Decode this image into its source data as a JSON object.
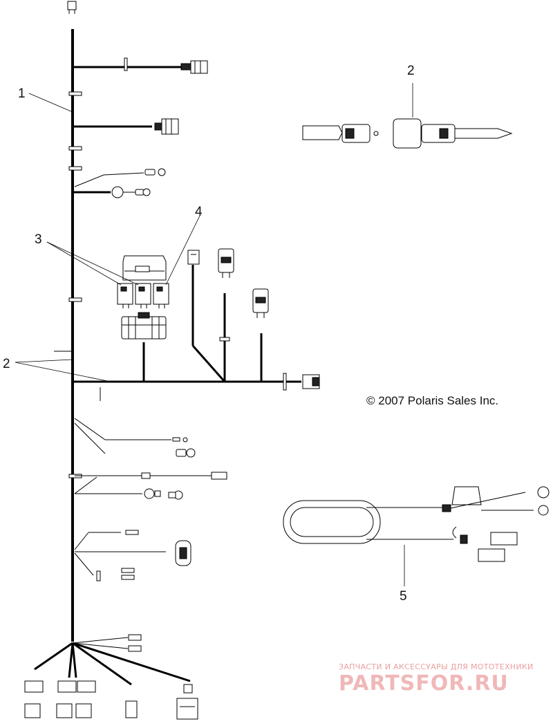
{
  "callouts": [
    {
      "id": "1",
      "label": "1"
    },
    {
      "id": "2a",
      "label": "2"
    },
    {
      "id": "2b",
      "label": "2"
    },
    {
      "id": "3",
      "label": "3"
    },
    {
      "id": "4",
      "label": "4"
    },
    {
      "id": "5",
      "label": "5"
    }
  ],
  "copyright": "© 2007 Polaris Sales Inc.",
  "watermark": {
    "tagline": "ЗАПЧАСТИ И АКСЕССУАРЫ ДЛЯ МОТОТЕХНИКИ",
    "logo": "PARTSFOR.RU"
  }
}
